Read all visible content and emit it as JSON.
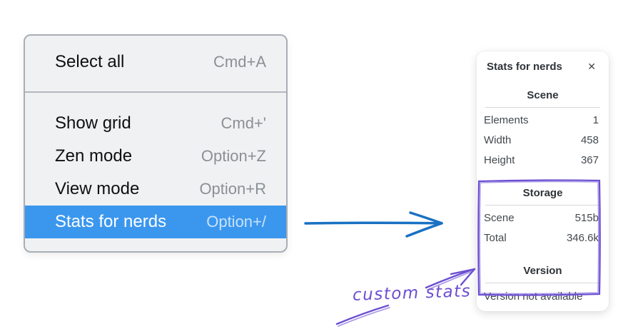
{
  "colors": {
    "menu_highlight_blue": "#3b97ee",
    "arrow_blue": "#1971c2",
    "annotation_purple": "#6c4fd2",
    "menu_background": "#f0f1f3",
    "menu_border": "#a9aeb4"
  },
  "context_menu": {
    "items": [
      {
        "label": "Select all",
        "shortcut": "Cmd+A",
        "selected": false,
        "separator_after": true
      },
      {
        "label": "Show grid",
        "shortcut": "Cmd+'",
        "selected": false,
        "separator_after": false
      },
      {
        "label": "Zen mode",
        "shortcut": "Option+Z",
        "selected": false,
        "separator_after": false
      },
      {
        "label": "View mode",
        "shortcut": "Option+R",
        "selected": false,
        "separator_after": false
      },
      {
        "label": "Stats for nerds",
        "shortcut": "Option+/",
        "selected": true,
        "separator_after": false
      }
    ]
  },
  "stats_panel": {
    "title": "Stats for nerds",
    "close_glyph": "✕",
    "sections": [
      {
        "heading": "Scene",
        "rows": [
          {
            "label": "Elements",
            "value": "1"
          },
          {
            "label": "Width",
            "value": "458"
          },
          {
            "label": "Height",
            "value": "367"
          }
        ],
        "note": ""
      },
      {
        "heading": "Storage",
        "rows": [
          {
            "label": "Scene",
            "value": "515b"
          },
          {
            "label": "Total",
            "value": "346.6k"
          }
        ],
        "note": ""
      },
      {
        "heading": "Version",
        "rows": [],
        "note": "Version not available"
      }
    ]
  },
  "annotation": {
    "label": "custom stats"
  }
}
